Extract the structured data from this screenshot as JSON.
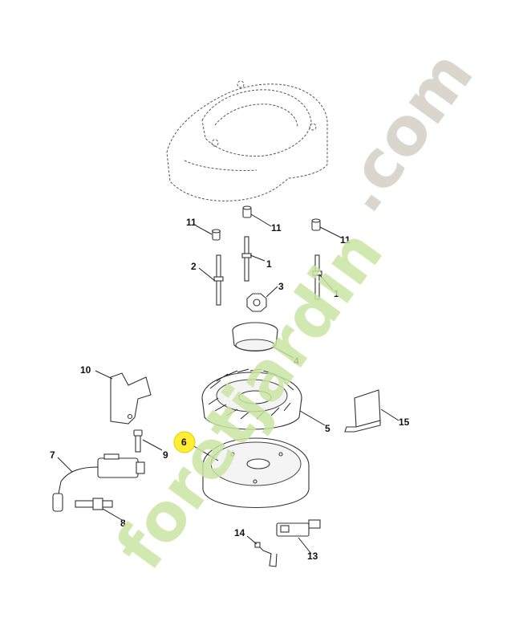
{
  "diagram": {
    "callouts": [
      {
        "id": "c11a",
        "label": "11"
      },
      {
        "id": "c11b",
        "label": "11"
      },
      {
        "id": "c11c",
        "label": "11"
      },
      {
        "id": "c2",
        "label": "2"
      },
      {
        "id": "c1a",
        "label": "1"
      },
      {
        "id": "c1b",
        "label": "1"
      },
      {
        "id": "c3",
        "label": "3"
      },
      {
        "id": "c4",
        "label": "4"
      },
      {
        "id": "c10",
        "label": "10"
      },
      {
        "id": "c5",
        "label": "5"
      },
      {
        "id": "c15",
        "label": "15"
      },
      {
        "id": "c6",
        "label": "6"
      },
      {
        "id": "c9",
        "label": "9"
      },
      {
        "id": "c7",
        "label": "7"
      },
      {
        "id": "c8",
        "label": "8"
      },
      {
        "id": "c14",
        "label": "14"
      },
      {
        "id": "c13",
        "label": "13"
      }
    ],
    "highlight": {
      "label": "6",
      "color": "#ffee33"
    }
  },
  "watermark": {
    "text_main": "foretjardin",
    "text_dot": ".com",
    "color_main": "#c9e6a2",
    "color_dot": "#d5cfc4"
  }
}
